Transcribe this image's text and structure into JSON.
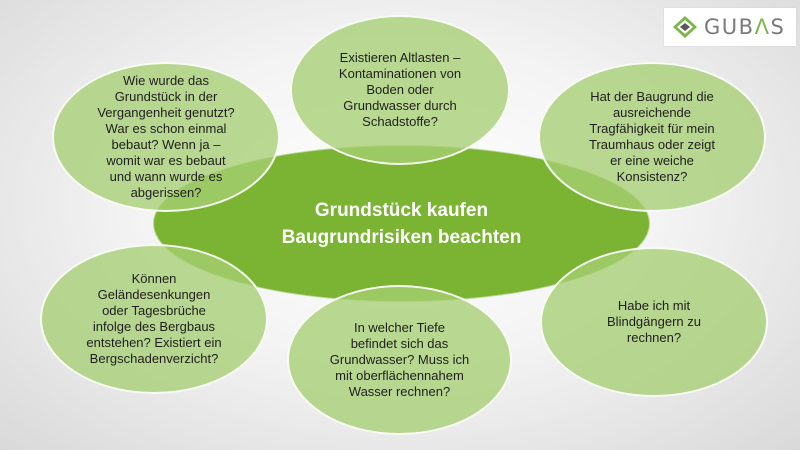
{
  "logo": {
    "text_pre": "GUB",
    "text_accent": "Λ",
    "text_post": "S",
    "colors": {
      "gray": "#7a7a7a",
      "green": "#7ab648"
    }
  },
  "center": {
    "line1": "Grundstück kaufen",
    "line2": "Baugrundrisiken beachten",
    "color": "#7ab432"
  },
  "bubbles": {
    "top_left": "Wie wurde das\nGrundstück in der\nVergangenheit genutzt?\nWar es schon einmal\nbebaut? Wenn ja –\nwomit war es bebaut\nund wann wurde es\nabgerissen?",
    "top": "Existieren Altlasten –\nKontaminationen von\nBoden oder\nGrundwasser durch\nSchadstoffe?",
    "top_right": "Hat der Baugrund die\nausreichende\nTragfähigkeit für mein\nTraumhaus oder zeigt\ner eine weiche\nKonsistenz?",
    "bottom_left": "Können\nGeländesenkungen\noder Tagesbrüche\ninfolge des Bergbaus\nentstehen? Existiert ein\nBergschadenverzicht?",
    "bottom": "In welcher Tiefe\nbefindet sich das\nGrundwasser? Muss ich\nmit oberflächennahem\nWasser rechnen?",
    "bottom_right": "Habe ich mit\nBlindgängern zu\nrechnen?"
  },
  "bubble_color": "#a6ce73"
}
